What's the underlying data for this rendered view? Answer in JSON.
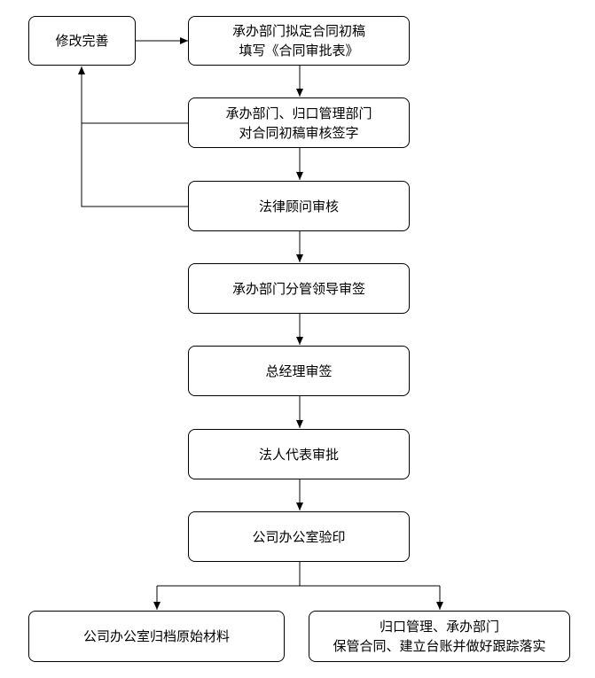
{
  "nodes": {
    "revise": {
      "label": "修改完善"
    },
    "draft": {
      "lines": [
        "承办部门拟定合同初稿",
        "填写《合同审批表》"
      ]
    },
    "review": {
      "lines": [
        "承办部门、归口管理部门",
        "对合同初稿审核签字"
      ]
    },
    "legal": {
      "label": "法律顾问审核"
    },
    "dept_leader": {
      "label": "承办部门分管领导审签"
    },
    "gm": {
      "label": "总经理审签"
    },
    "legal_rep": {
      "label": "法人代表审批"
    },
    "seal": {
      "label": "公司办公室验印"
    },
    "archive": {
      "label": "公司办公室归档原始材料"
    },
    "custody": {
      "lines": [
        "归口管理、承办部门",
        "保管合同、建立台账并做好跟踪落实"
      ]
    }
  }
}
